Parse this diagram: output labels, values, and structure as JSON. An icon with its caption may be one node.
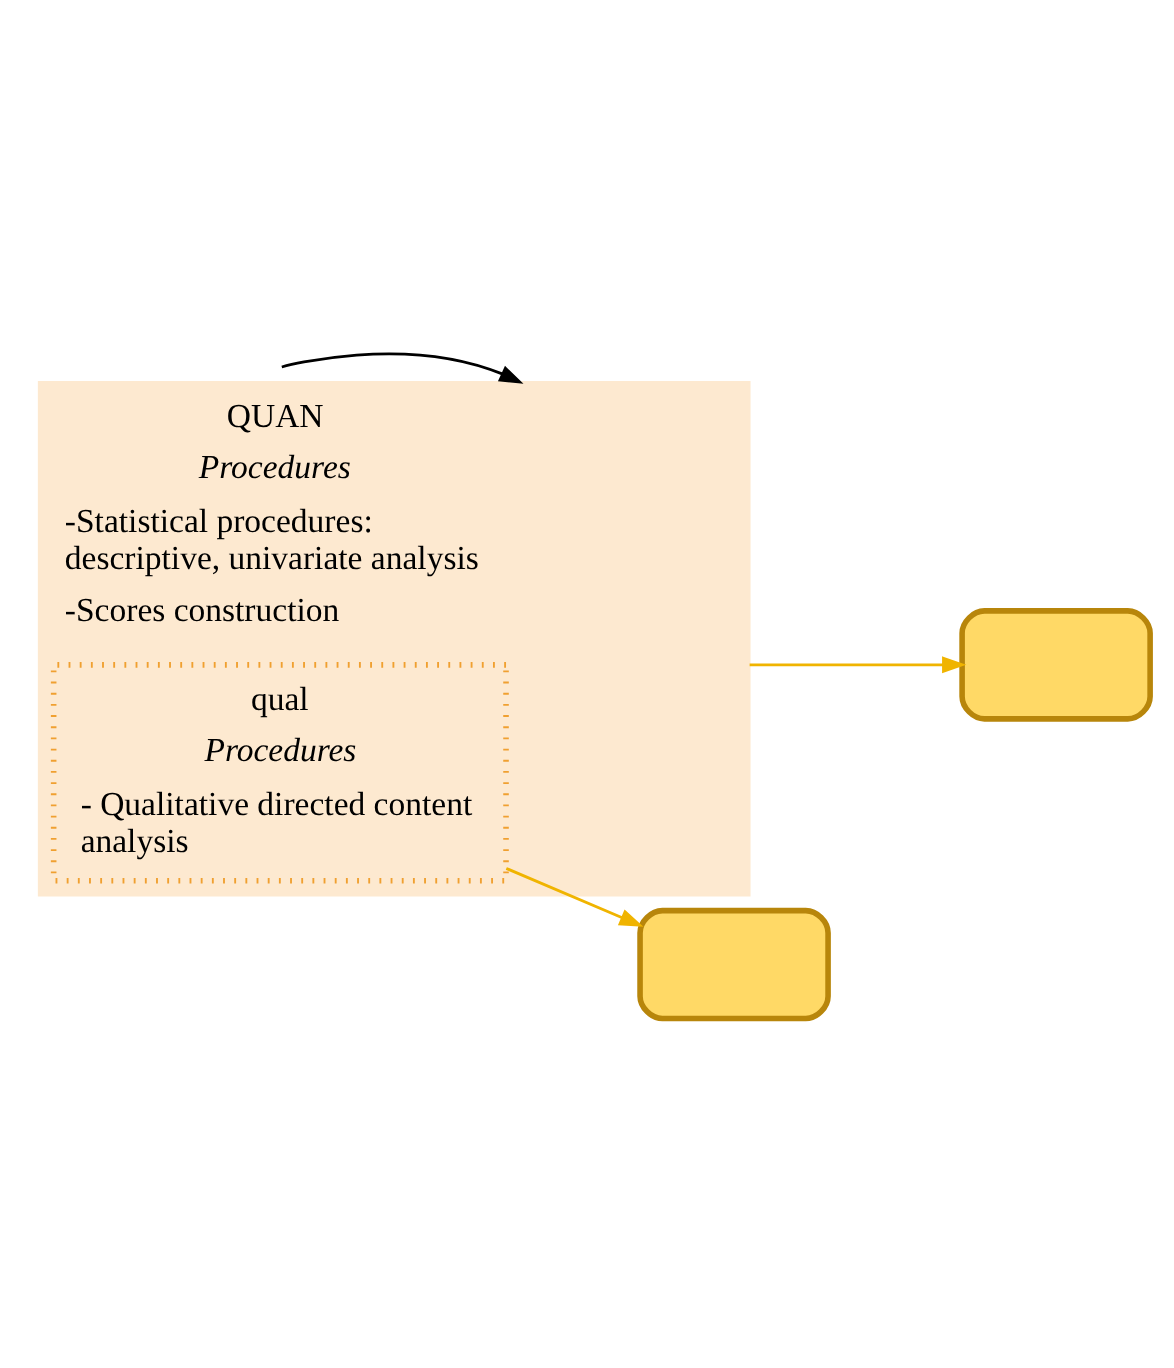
{
  "diagram": {
    "nodes": [
      {
        "text": [
          "QUAN",
          "Procedures",
          "-Statistical procedures: descriptive, univariate analysis",
          "-Scores construction"
        ]
      },
      {
        "text": [
          "qual",
          "Procedures",
          "- Qualitative directed content analysis"
        ],
        "in": 0
      },
      {
        "text": [],
        "shape": "box"
      },
      {
        "text": [],
        "shape": "box"
      }
    ],
    "edges": [
      {
        "from": 0,
        "to": 2,
        "arrow": "to"
      },
      {
        "from": 1,
        "to": 3,
        "arrow": "to"
      },
      {
        "from": null,
        "to": 0,
        "arrow": "to",
        "color": "#000000"
      }
    ]
  }
}
